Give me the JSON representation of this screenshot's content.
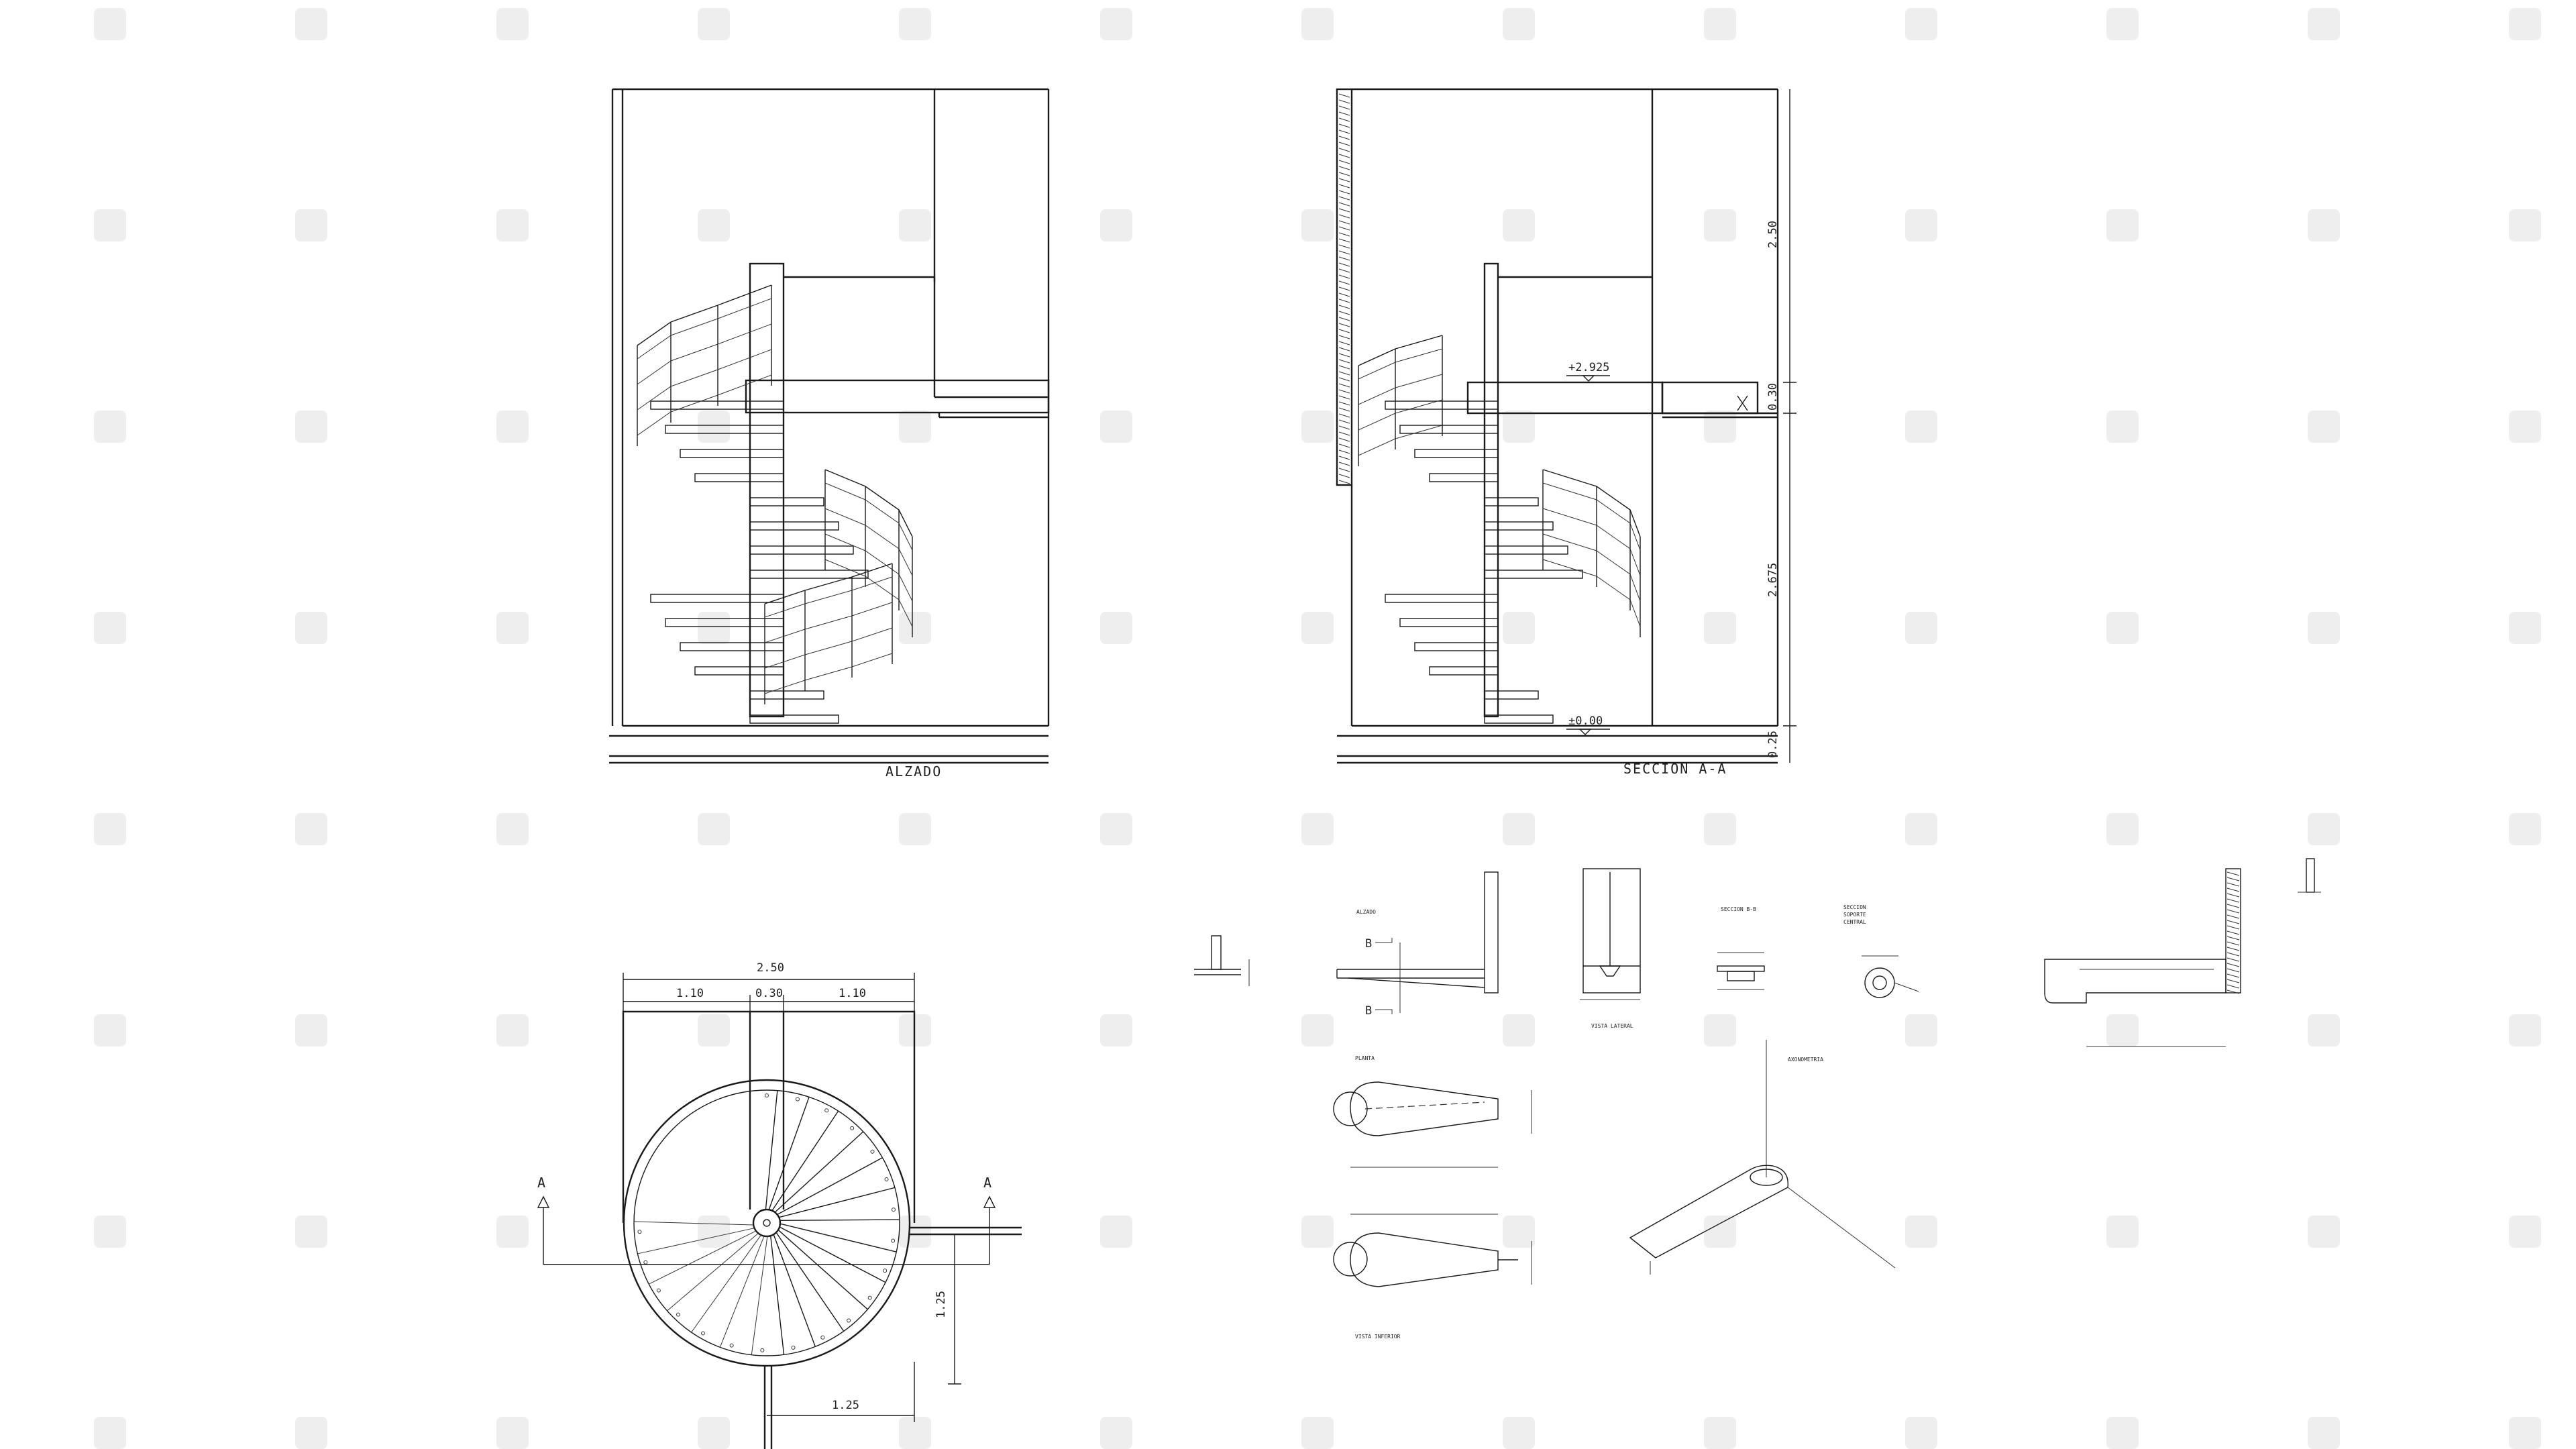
{
  "views": {
    "elevation": {
      "title": "ALZADO"
    },
    "section": {
      "title": "SECCION A-A",
      "level_top": "+2.925",
      "level_floor": "±0.00",
      "dim_upper": "2.50",
      "dim_slab": "0.30",
      "dim_middle": "2.675",
      "dim_base": "0.25"
    },
    "plan": {
      "dim_total": "2.50",
      "dim_left": "1.10",
      "dim_center": "0.30",
      "dim_right": "1.10",
      "dim_vertical": "1.25",
      "dim_bottom": "1.25",
      "cut_label": "A"
    },
    "details": {
      "alzado": "ALZADO",
      "vista_lateral": "VISTA LATERAL",
      "seccion_bb": "SECCION B-B",
      "seccion_soporte": [
        "SECCION",
        "SOPORTE",
        "CENTRAL"
      ],
      "planta": "PLANTA",
      "axonometria": "AXONOMETRIA",
      "vista_inferior": "VISTA INFERIOR",
      "cut_label": "B"
    }
  }
}
